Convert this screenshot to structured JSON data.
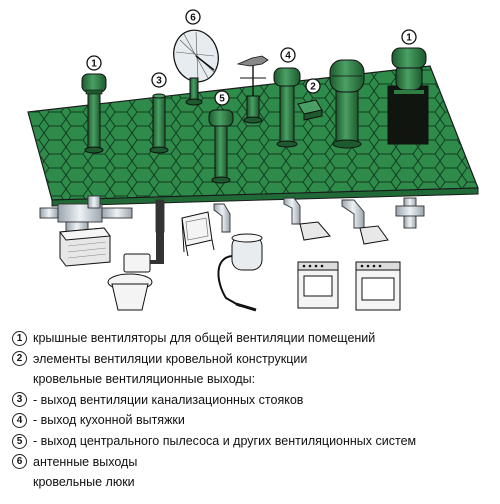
{
  "badges": [
    "1",
    "2",
    "3",
    "4",
    "5",
    "6"
  ],
  "legend": [
    {
      "num": "1",
      "text": "крышные вентиляторы для общей вентиляции помещений"
    },
    {
      "num": "2",
      "text": "элементы вентиляции кровельной конструкции"
    },
    {
      "num": "",
      "text": "кровельные вентиляционные выходы:"
    },
    {
      "num": "3",
      "text": "- выход вентиляции канализационных стояков"
    },
    {
      "num": "4",
      "text": "- выход кухонной вытяжки"
    },
    {
      "num": "5",
      "text": "- выход центрального пылесоса и других вентиляционных систем"
    },
    {
      "num": "6",
      "text": "антенные выходы"
    },
    {
      "num": "",
      "text": "кровельные люки"
    }
  ],
  "colors": {
    "roof": "#2e8b4a",
    "roof_dark": "#1f6a36",
    "vent": "#2f7d43",
    "vent_dark": "#1d5a2e",
    "duct": "#cfd6dc",
    "outline": "#1a1a1a"
  }
}
